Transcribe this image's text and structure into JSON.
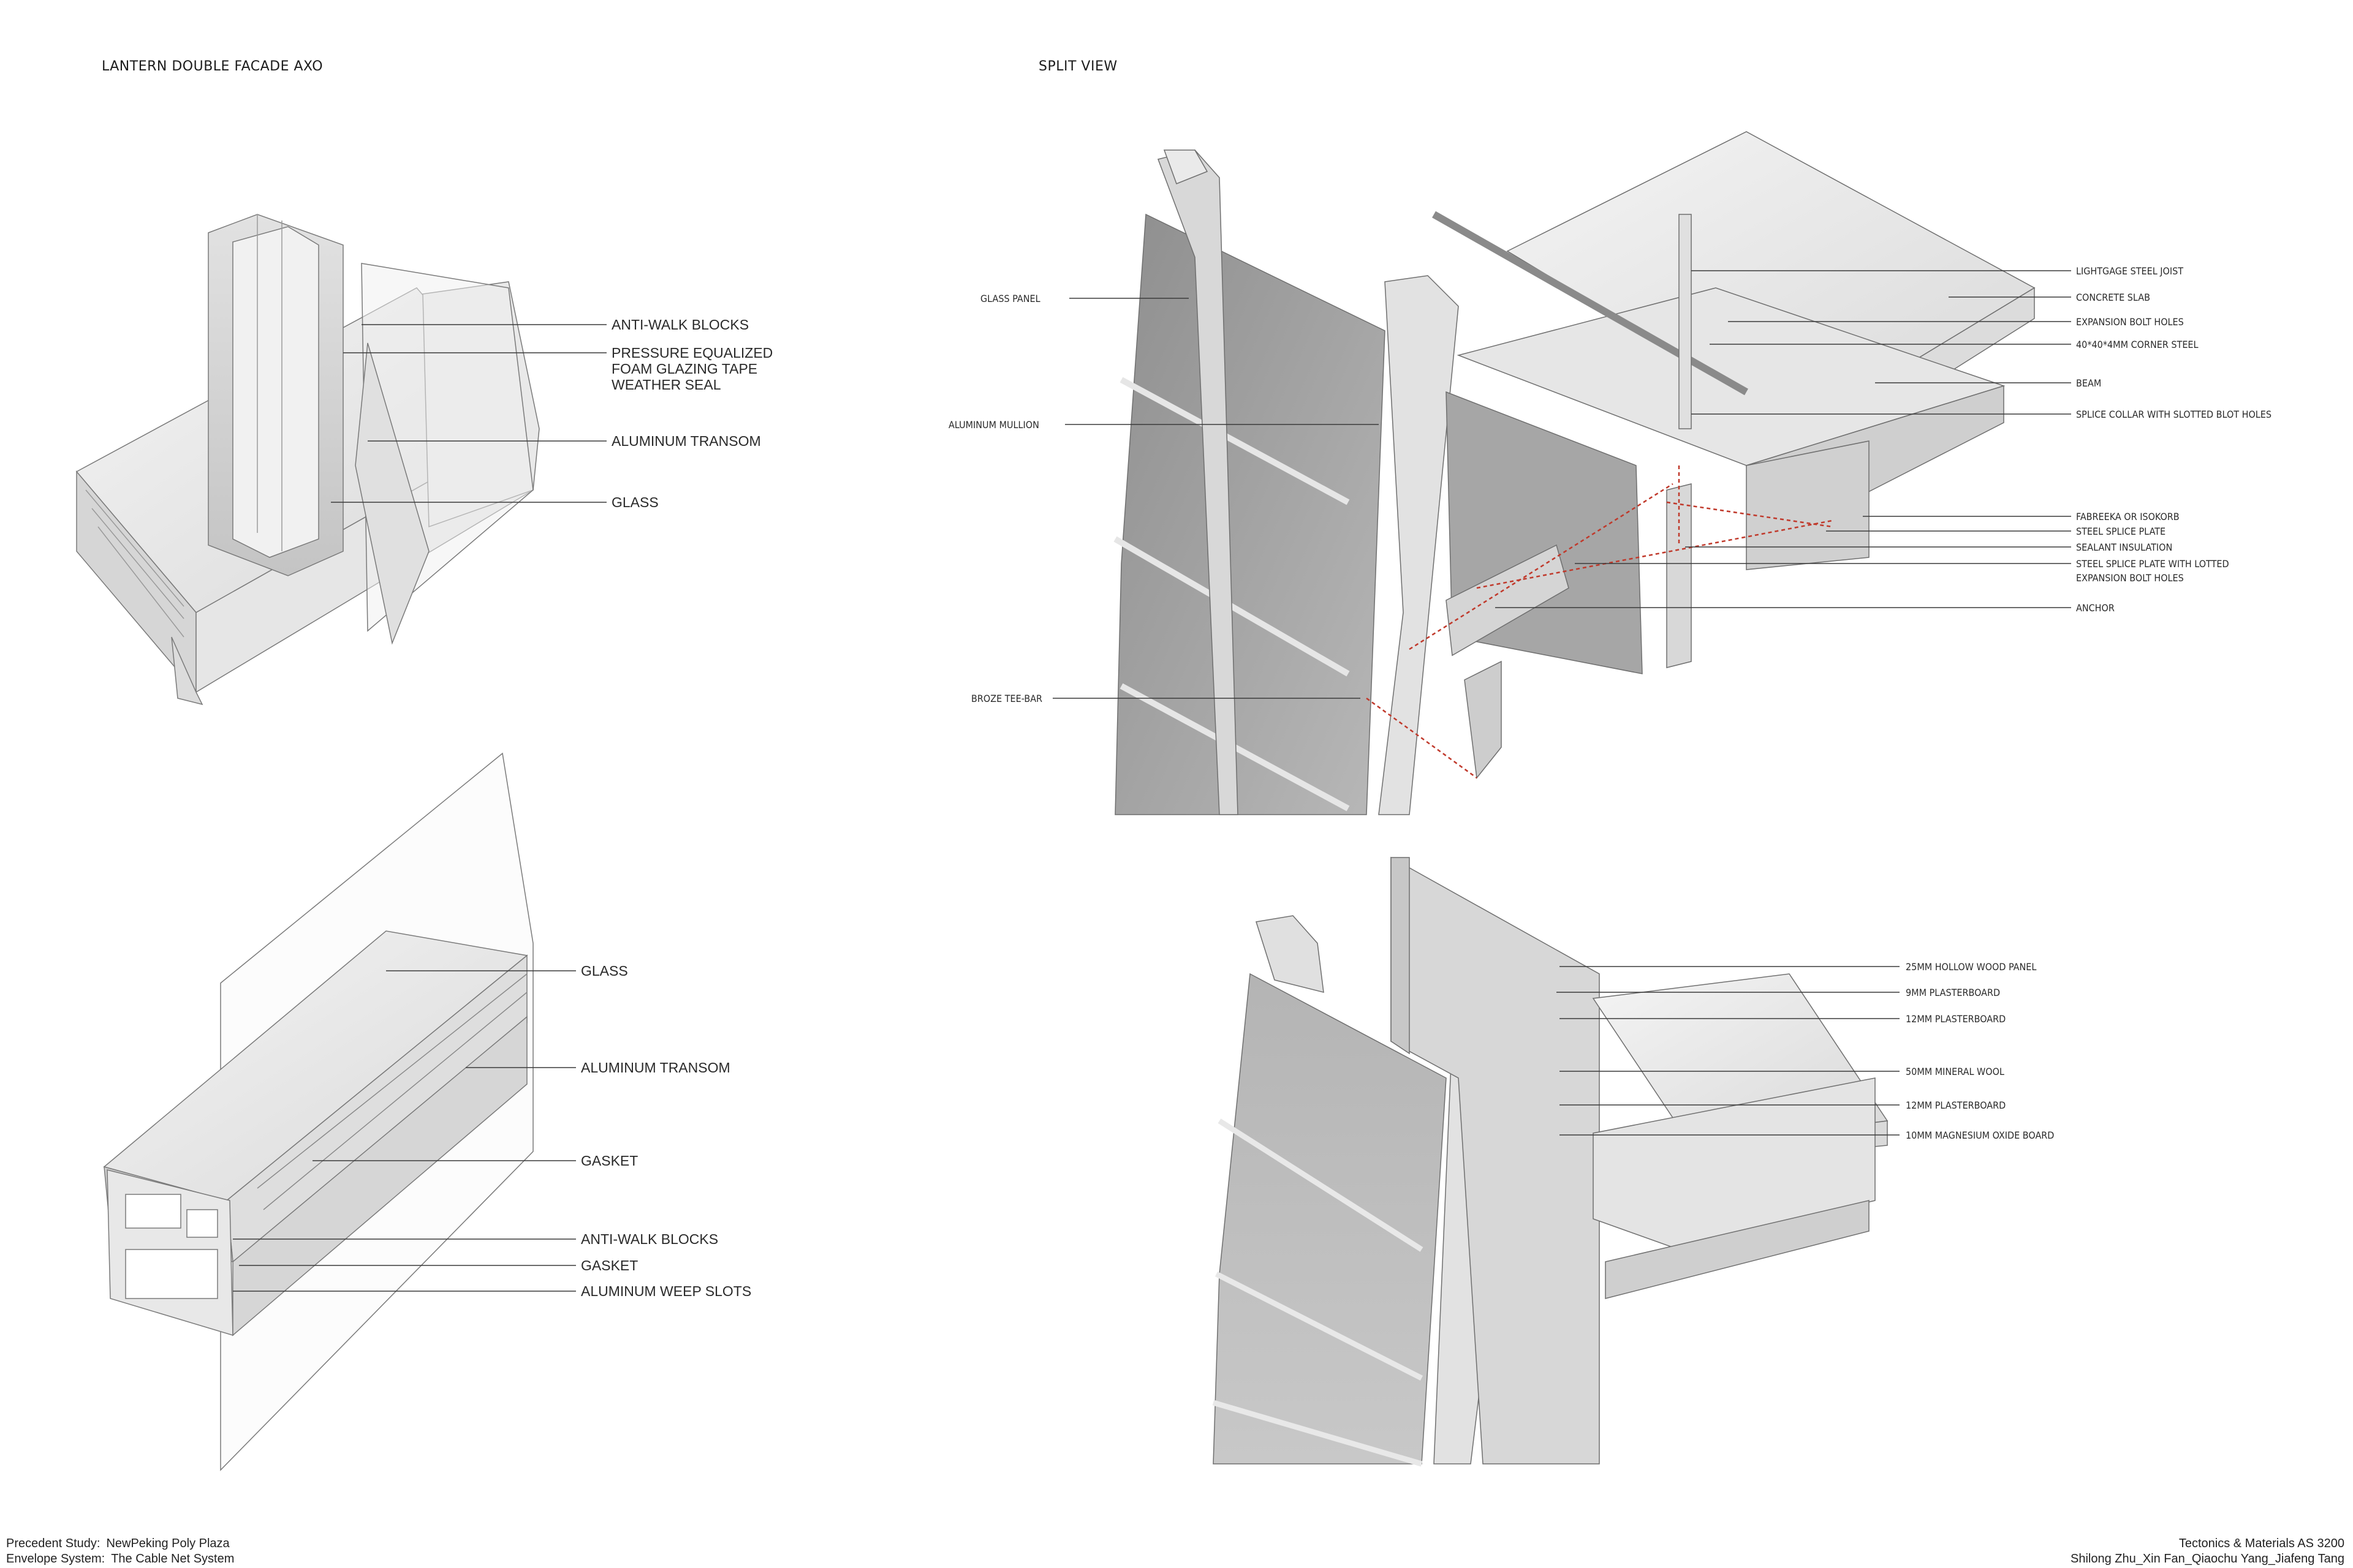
{
  "titles": {
    "left": "LANTERN DOUBLE FACADE AXO",
    "right": "SPLIT VIEW"
  },
  "axo_top_labels": [
    "ANTI-WALK BLOCKS",
    "PRESSURE EQUALIZED",
    "FOAM GLAZING TAPE",
    "WEATHER SEAL",
    "ALUMINUM TRANSOM",
    "GLASS"
  ],
  "axo_bottom_labels": [
    "GLASS",
    "ALUMINUM TRANSOM",
    "GASKET",
    "ANTI-WALK BLOCKS",
    "GASKET",
    "ALUMINUM WEEP SLOTS"
  ],
  "split_left_labels": [
    "GLASS PANEL",
    "ALUMINUM MULLION",
    "BROZE TEE-BAR"
  ],
  "split_right_labels": [
    "LIGHTGAGE STEEL JOIST",
    "CONCRETE SLAB",
    "EXPANSION BOLT HOLES",
    "40*40*4MM CORNER STEEL",
    "BEAM",
    "SPLICE COLLAR WITH SLOTTED BLOT HOLES",
    "FABREEKA OR ISOKORB",
    "STEEL SPLICE PLATE",
    "SEALANT INSULATION",
    "STEEL SPLICE PLATE WITH LOTTED",
    "EXPANSION BOLT HOLES",
    "ANCHOR"
  ],
  "split_bottom_labels": [
    "25MM HOLLOW WOOD PANEL",
    "9MM PLASTERBOARD",
    "12MM PLASTERBOARD",
    "50MM MINERAL WOOL",
    "12MM PLASTERBOARD",
    "10MM MAGNESIUM OXIDE BOARD"
  ],
  "footer_left": {
    "study_key": "Precedent Study:",
    "study_val": "NewPeking Poly Plaza",
    "system_key": "Envelope System:",
    "system_val": "The Cable Net System"
  },
  "footer_right": {
    "course": "Tectonics & Materials AS 3200",
    "authors": "Shilong Zhu_Xin Fan_Qiaochu Yang_Jiafeng Tang"
  }
}
